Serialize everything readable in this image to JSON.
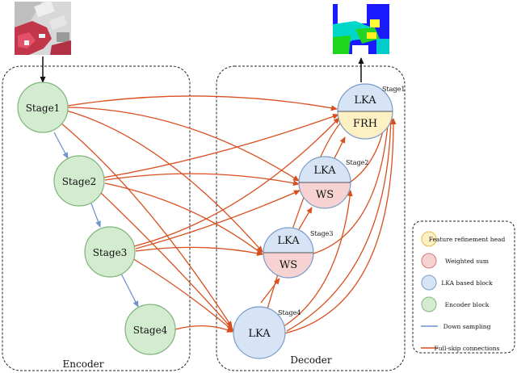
{
  "encoder": {
    "label": "Encoder",
    "nodes": [
      "Stage1",
      "Stage2",
      "Stage3",
      "Stage4"
    ]
  },
  "decoder": {
    "label": "Decoder",
    "nodes": [
      {
        "top": "LKA",
        "bottom": "FRH",
        "tag": "Stage1"
      },
      {
        "top": "LKA",
        "bottom": "WS",
        "tag": "Stage2"
      },
      {
        "top": "LKA",
        "bottom": "WS",
        "tag": "Stage3"
      },
      {
        "top": "LKA",
        "bottom": "",
        "tag": "Stage4"
      }
    ]
  },
  "legend": {
    "items": [
      {
        "label": "Feature refinement head",
        "kind": "circle",
        "color": "#fdf0c2",
        "stroke": "#e0b84a"
      },
      {
        "label": "Weighted sum",
        "kind": "circle",
        "color": "#f7d2d2",
        "stroke": "#d07a7a"
      },
      {
        "label": "LKA based block",
        "kind": "circle",
        "color": "#d6e4f5",
        "stroke": "#7a9cc8"
      },
      {
        "label": "Encoder block",
        "kind": "circle",
        "color": "#d3ebcf",
        "stroke": "#7fb47a"
      },
      {
        "label": "Down sampling",
        "kind": "line",
        "color": "#6f94cf"
      },
      {
        "label": "Full-skip connections",
        "kind": "line",
        "color": "#d94f1f"
      }
    ]
  },
  "colors": {
    "encoder_fill": "#d3ebcf",
    "encoder_stroke": "#7fb47a",
    "lka_fill": "#d6e4f5",
    "lka_stroke": "#7a9cc8",
    "ws_fill": "#f7d2d2",
    "ws_stroke": "#d07a7a",
    "frh_fill": "#fdf0c2",
    "frh_stroke": "#e0b84a",
    "skip_arrow": "#d94f1f",
    "down_arrow": "#6f94cf"
  }
}
